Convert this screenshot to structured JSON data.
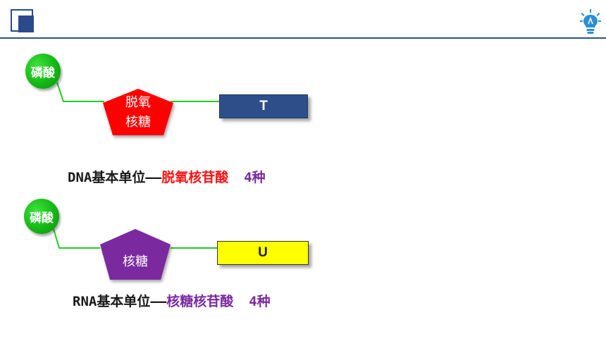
{
  "dna": {
    "phosphate": "磷酸",
    "sugar_line1": "脱氧",
    "sugar_line2": "核糖",
    "base": "T",
    "caption_prefix": "DNA基本单位——",
    "caption_name": "脱氧核苷酸",
    "caption_count": "4种",
    "colors": {
      "phosphate": "#15b515",
      "sugar": "#ff0000",
      "base": "#2e4e8a",
      "name_text": "#ff1111",
      "count_text": "#7a2a9e"
    }
  },
  "rna": {
    "phosphate": "磷酸",
    "sugar": "核糖",
    "base": "U",
    "caption_prefix": "RNA基本单位——",
    "caption_name": "核糖核苷酸",
    "caption_count": "4种",
    "colors": {
      "phosphate": "#15b515",
      "sugar": "#7a2a9e",
      "base": "#ffff00",
      "name_text": "#7a2a9e",
      "count_text": "#7a2a9e"
    }
  },
  "header": {
    "accent": "#2f4f8f",
    "bulb_icon": "lightbulb-icon",
    "logo_icon": "square-logo-icon"
  }
}
